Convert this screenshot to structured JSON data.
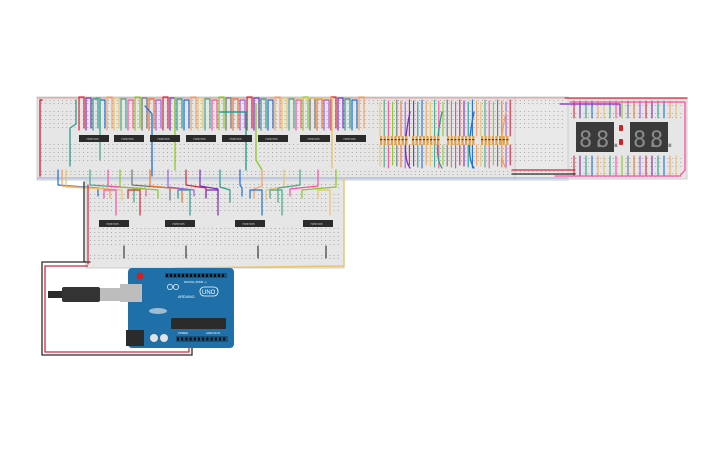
{
  "canvas": {
    "background": "#ffffff"
  },
  "colors": {
    "breadboard": "#e6e6e6",
    "breadboard_edge": "#cfcfcf",
    "hole": "#a9a9a9",
    "rail_red": "#d9534f",
    "rail_blue": "#3c6fd8",
    "chip": "#2b2b2b",
    "arduino": "#1f6fa8",
    "arduino_dark": "#17527d",
    "display_bg": "#3a3a3a",
    "segment": "#7a7a7a",
    "led_red": "#d32020",
    "usb_grey": "#bdbdbd"
  },
  "wire_colors": [
    "#d7263d",
    "#7b2cbf",
    "#2a9d8f",
    "#1d6fdc",
    "#f4a261",
    "#e9c46a",
    "#43aa8b",
    "#ff4fa3",
    "#8ac926",
    "#6c757d",
    "#f3722c",
    "#9b5de5"
  ],
  "top_chips": [
    {
      "id": "u1",
      "label": "74HC595"
    },
    {
      "id": "u2",
      "label": "74HC595"
    },
    {
      "id": "u3",
      "label": "74HC595"
    },
    {
      "id": "u4",
      "label": "74HC595"
    },
    {
      "id": "u5",
      "label": "74HC595"
    },
    {
      "id": "u6",
      "label": "74HC595"
    },
    {
      "id": "u7",
      "label": "74HC595"
    },
    {
      "id": "u8",
      "label": "74HC595"
    }
  ],
  "bottom_chips": [
    {
      "id": "u9",
      "label": "74HC595"
    },
    {
      "id": "u10",
      "label": "74HC595"
    },
    {
      "id": "u11",
      "label": "74HC595"
    },
    {
      "id": "u12",
      "label": "74HC595"
    }
  ],
  "resistor_banks": 4,
  "displays": [
    {
      "id": "display-left",
      "digits": [
        "8.",
        "8."
      ]
    },
    {
      "id": "display-right",
      "digits": [
        "8.",
        "8."
      ]
    }
  ],
  "arduino": {
    "model_label": "UNO",
    "brand_label": "ARDUINO",
    "digital_label": "DIGITAL (PWM ~)",
    "analog_label": "ANALOG IN",
    "power_label": "POWER"
  }
}
